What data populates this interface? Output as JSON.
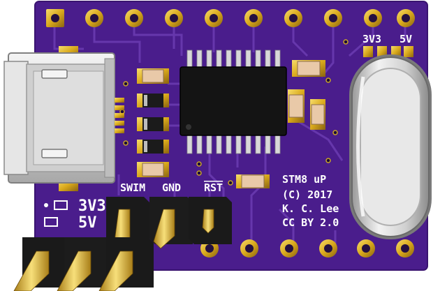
{
  "board": {
    "colors": {
      "background": "#ffffff",
      "pcb": "#4a1d8c",
      "pcb_edge": "#3a1470",
      "trace": "#6a3ab0",
      "gold": "#e0b62a",
      "silkscreen": "#ffffff",
      "chip": "#141414",
      "pin_plastic": "#1a1a1a",
      "crystal_metal": "#d8d8d8"
    },
    "labels": {
      "power_3v3": "3V3",
      "power_5v": "5V",
      "header_swim": "SWIM",
      "header_gnd": "GND",
      "header_rst": "RST",
      "left_3v3": "3V3",
      "left_5v": "5V",
      "info_line1": "STM8 uP",
      "info_line2": "(C) 2017",
      "info_line3": "K. C. Lee",
      "info_line4": "CC BY 2.0"
    },
    "icons": {
      "usb": "micro-usb-connector",
      "chip": "soic-ic-chip",
      "crystal": "hc49-crystal",
      "header": "pin-header"
    }
  }
}
